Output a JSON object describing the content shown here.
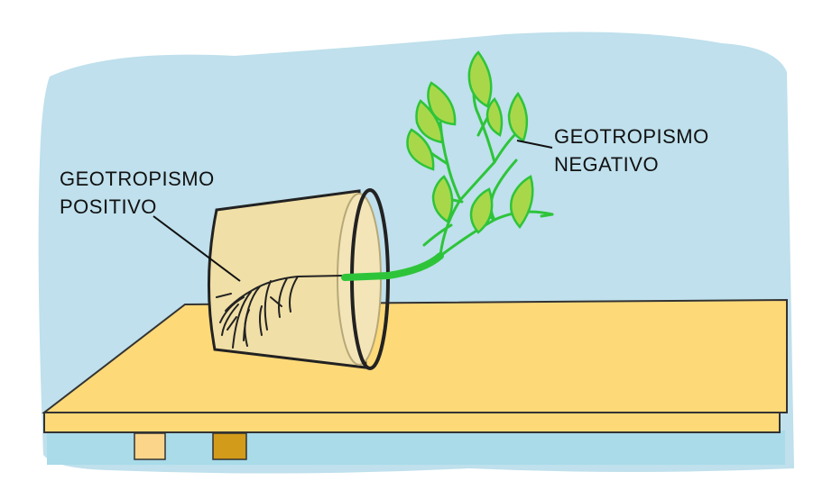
{
  "labels": {
    "positive": {
      "line1": "GEOTROPISMO",
      "line2": "POSITIVO"
    },
    "negative": {
      "line1": "GEOTROPISMO",
      "line2": "NEGATIVO"
    }
  },
  "colors": {
    "sky": "#bfe0ec",
    "table": "#fdd978",
    "table_edge": "#333333",
    "table_leg_light": "#fbd58a",
    "table_leg_dark": "#d39b1a",
    "floor": "#a9dbe9",
    "cup": "#f0dfa6",
    "stem": "#2ec43a",
    "leaf": "#a8d84a",
    "roots": "#222222"
  }
}
